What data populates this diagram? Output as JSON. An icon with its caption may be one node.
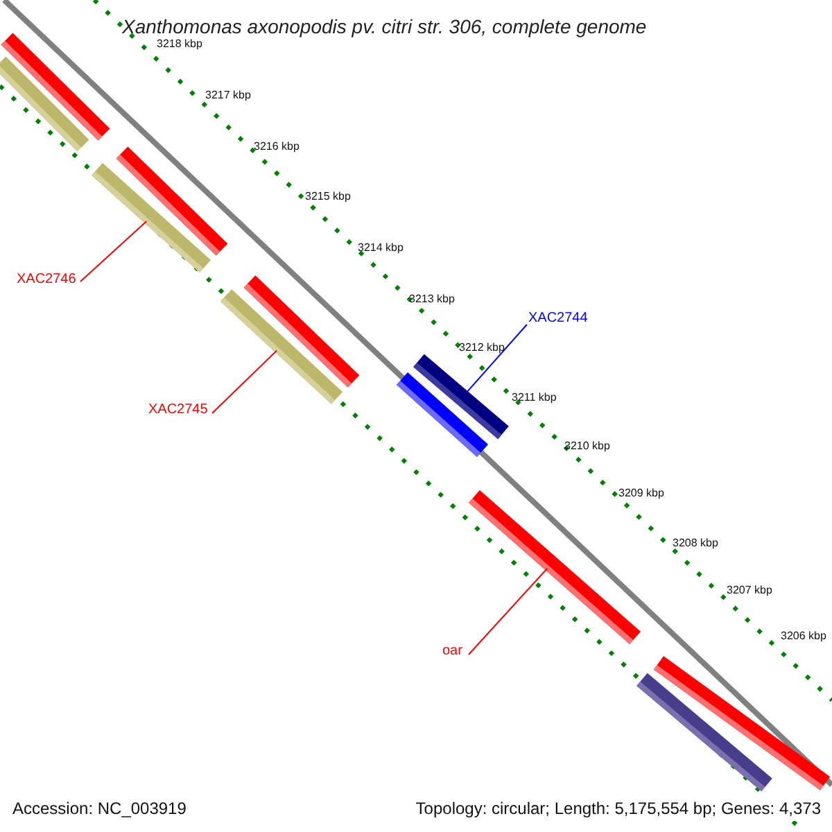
{
  "diagram": {
    "title": "Xanthomonas axonopodis pv. citri str. 306, complete genome",
    "nodes": [
      {
        "text": [],
        "shape": "bar"
      },
      {
        "text": [],
        "shape": "bar"
      },
      {
        "text": [],
        "shape": "bar"
      },
      {
        "text": [],
        "shape": "bar"
      },
      {
        "text": [],
        "shape": "bar"
      },
      {
        "text": [],
        "shape": "bar"
      },
      {
        "text": [],
        "shape": "bar"
      },
      {
        "text": [],
        "shape": "bar"
      },
      {
        "text": [],
        "shape": "bar"
      },
      {
        "text": [],
        "shape": "bar"
      },
      {
        "text": [],
        "shape": "bar"
      },
      {
        "text": [
          "XAC2746"
        ]
      },
      {
        "text": [
          "XAC2745"
        ]
      },
      {
        "text": [
          "XAC2744"
        ]
      },
      {
        "text": [
          "oar"
        ]
      }
    ],
    "edges": [
      {
        "from": 11,
        "to": 3,
        "arrow": "none"
      },
      {
        "from": 12,
        "to": 5,
        "arrow": "none"
      },
      {
        "from": 13,
        "to": 6,
        "arrow": "none",
        "color": "#0000ff"
      },
      {
        "from": 14,
        "to": 8,
        "arrow": "none"
      }
    ],
    "labels": [
      "3218 kbp",
      "3217 kbp",
      "3216 kbp",
      "3215 kbp",
      "3214 kbp",
      "3213 kbp",
      "3212 kbp",
      "3211 kbp",
      "3210 kbp",
      "3209 kbp",
      "3208 kbp",
      "3207 kbp",
      "3206 kbp",
      "Accession: NC_003919",
      "Topology: circular; Length: 5,175,554 bp; Genes: 4,373"
    ]
  }
}
